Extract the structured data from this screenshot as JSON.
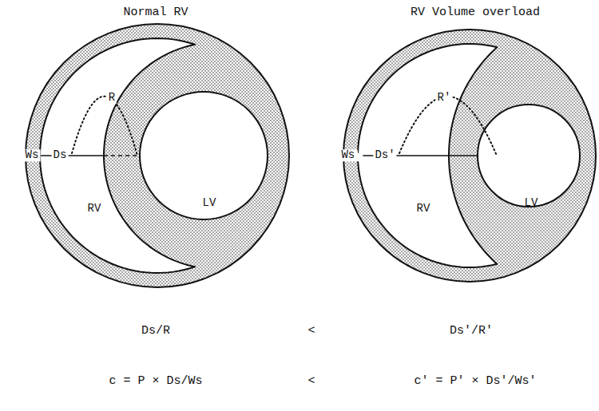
{
  "diagram": {
    "labels": [
      "Normal RV",
      "RV Volume overload",
      "Ws",
      "Ds",
      "R",
      "RV",
      "LV",
      "Ws'",
      "Ds'",
      "R'",
      "RV",
      "LV",
      "Ds/R",
      "<",
      "Ds'/R'",
      "c = P × Ds/Ws",
      "<",
      "c' = P' × Ds'/Ws'"
    ]
  }
}
